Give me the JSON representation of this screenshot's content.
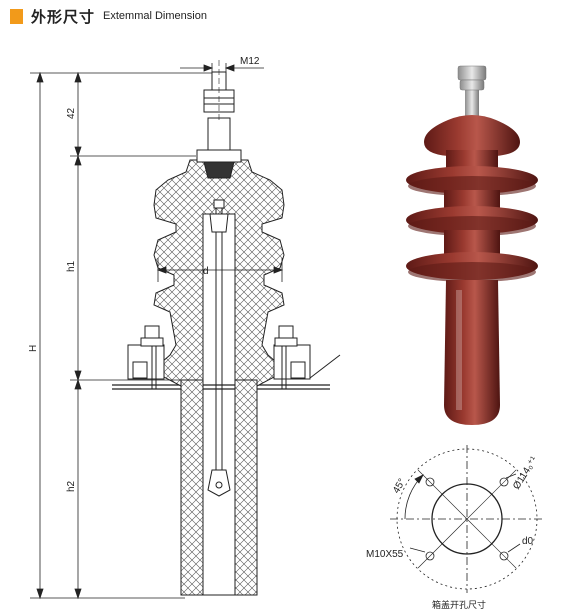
{
  "header": {
    "title_cn": "外形尺寸",
    "title_en": "Extemmal Dimension",
    "accent_color": "#f29a1a"
  },
  "drawing": {
    "labels": {
      "stud": "M12",
      "top_dim": "42",
      "h1": "h1",
      "h2": "h2",
      "H": "H",
      "d": "d"
    }
  },
  "photo": {
    "porcelain_color": "#8a2a22",
    "stud_color": "#b8b8b8"
  },
  "cover_hole": {
    "angle": "45°",
    "diameter": "Ø114₀⁺¹",
    "bolt": "M10X55",
    "d0": "d0",
    "caption": "箱盖开孔尺寸"
  }
}
